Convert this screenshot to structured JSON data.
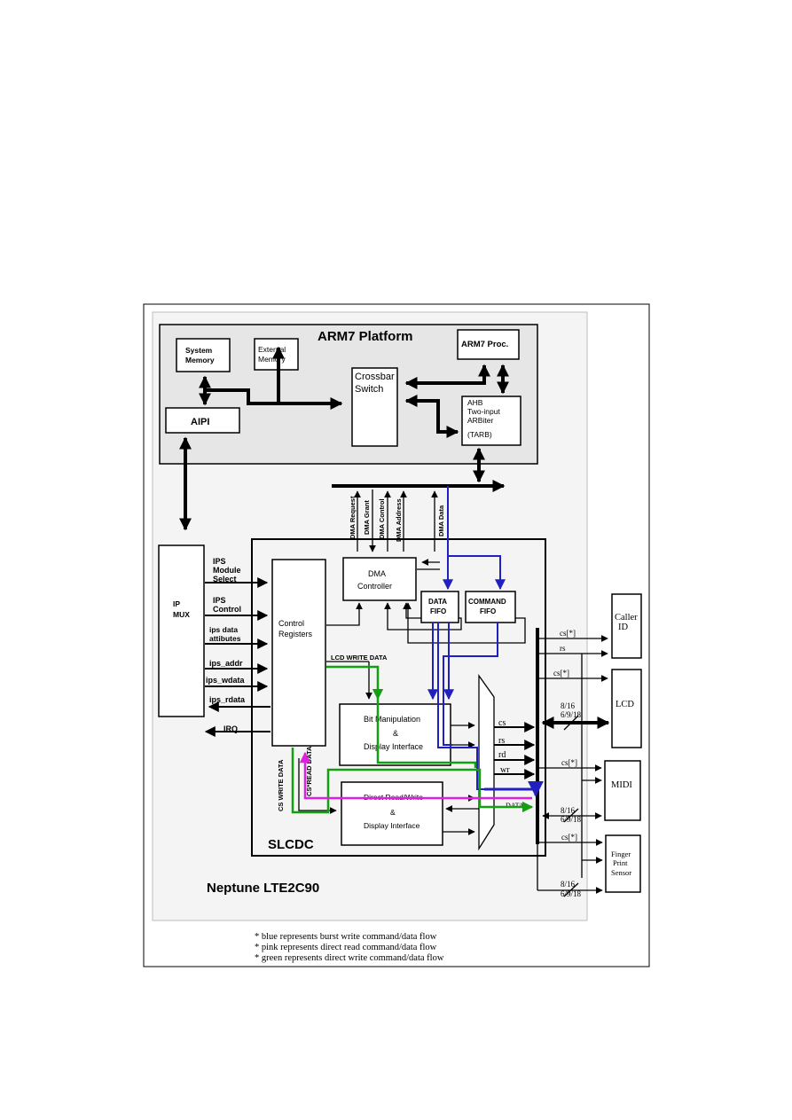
{
  "figure": {
    "arm7_platform": {
      "title": "ARM7 Platform",
      "system_memory": [
        "System",
        "Memory"
      ],
      "external_memory": [
        "External",
        "Memory"
      ],
      "arm7_proc": "ARM7 Proc.",
      "crossbar_switch": [
        "Crossbar",
        "Switch"
      ],
      "aipi": "AIPI",
      "arbiter": [
        "AHB",
        "Two-input",
        "ARBiter",
        "(TARB)"
      ]
    },
    "ip_mux": [
      "IP",
      "MUX"
    ],
    "ips_signals": {
      "module_select": [
        "IPS",
        "Module",
        "Select"
      ],
      "control": [
        "IPS",
        "Control"
      ],
      "data_attributes": [
        "ips data",
        "attibutes"
      ],
      "addr": "ips_addr",
      "wdata": "ips_wdata",
      "rdata": "ips_rdata",
      "irq": "IRQ"
    },
    "dma_signals": {
      "request": "DMA Request",
      "grant": "DMA Grant",
      "control": "DMA Control",
      "address": "DMA Address",
      "data": "DMA Data"
    },
    "slcdc": {
      "title": "SLCDC",
      "dma_controller": [
        "DMA",
        "Controller"
      ],
      "data_fifo": [
        "DATA",
        "FIFO"
      ],
      "command_fifo": [
        "COMMAND",
        "FIFO"
      ],
      "control_registers": [
        "Control",
        "Registers"
      ],
      "lcd_write_data": "LCD WRITE DATA",
      "bit_manipulation": [
        "Bit Manipulation",
        "&",
        "Display Interface"
      ],
      "direct_rw": [
        "Direct Read/Write",
        "&",
        "Display Interface"
      ],
      "cs_write_data": "CS WRITE DATA",
      "cs_read_data": "CS*READ DATA",
      "mux_outputs": [
        "cs",
        "rs",
        "rd",
        "wr"
      ],
      "data_label": "DATA"
    },
    "chip_name": "Neptune LTE2C90",
    "devices": {
      "caller_id": [
        "Caller",
        "ID"
      ],
      "lcd": "LCD",
      "midi": "MIDI",
      "fingerprint": [
        "Finger",
        "Print",
        "Sensor"
      ]
    },
    "bus_labels": {
      "cs": "cs[*]",
      "rs": "rs",
      "width_top": "8/16",
      "width_bottom": "6/9/18"
    },
    "legend": [
      {
        "text": "* blue represents burst write command/data flow",
        "color": "#3b3bc8"
      },
      {
        "text": "* pink represents direct read command/data flow",
        "color": "#e040e0"
      },
      {
        "text": "* green represents direct write command/data flow",
        "color": "#18a018"
      }
    ],
    "colors": {
      "blue": "#2020c0",
      "pink": "#e020e0",
      "green": "#10a010",
      "panel_gray": "#e6e6e6",
      "outer_gray": "#f4f4f4"
    }
  }
}
